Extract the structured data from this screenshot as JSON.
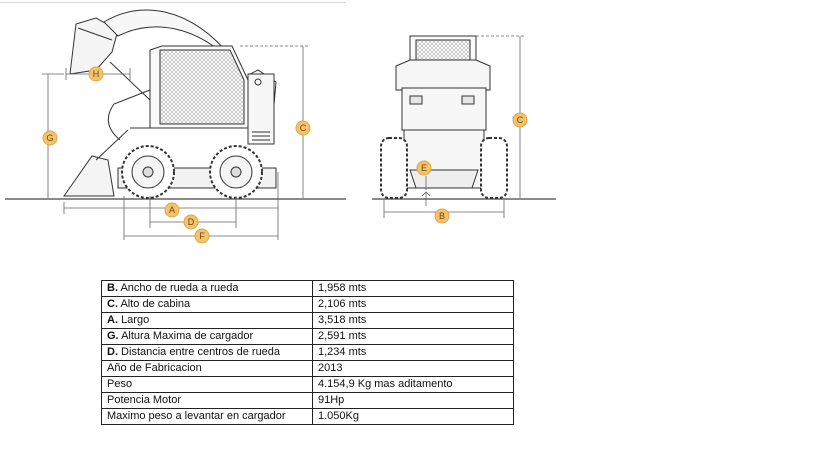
{
  "diagram": {
    "side_view_labels": {
      "H": "H",
      "G": "G",
      "C": "C",
      "A": "A",
      "D": "D",
      "F": "F"
    },
    "front_view_labels": {
      "C": "C",
      "E": "E",
      "B": "B"
    }
  },
  "specs": {
    "rows": [
      {
        "key": "B.",
        "label": " Ancho de rueda a rueda",
        "value": "1,958 mts"
      },
      {
        "key": "C.",
        "label": " Alto de cabina",
        "value": "2,106 mts"
      },
      {
        "key": "A.",
        "label": " Largo",
        "value": "3,518 mts"
      },
      {
        "key": "G.",
        "label": " Altura Maxima de cargador",
        "value": "2,591 mts"
      },
      {
        "key": "D.",
        "label": " Distancia entre centros de rueda",
        "value": "1,234 mts"
      },
      {
        "key": "",
        "label": "Año de Fabricacion",
        "value": "2013"
      },
      {
        "key": "",
        "label": "Peso",
        "value": "4.154,9 Kg mas aditamento"
      },
      {
        "key": "",
        "label": "Potencia Motor",
        "value": "91Hp"
      },
      {
        "key": "",
        "label": "Maximo peso a levantar en cargador",
        "value": "1.050Kg"
      }
    ]
  }
}
